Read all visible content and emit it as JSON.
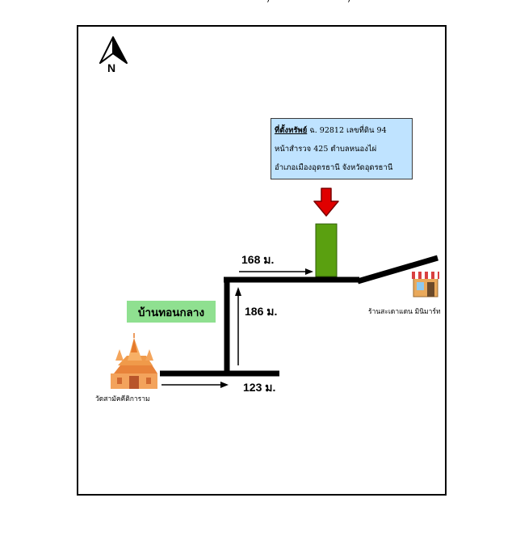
{
  "map": {
    "north_label": "N",
    "property_box": {
      "label": "ที่ตั้งทรัพย์",
      "line1_rest": " ฉ.  92812  เลขที่ดิน  94",
      "line2": "หน้าสำรวจ  425   ตำบลหนองไผ่",
      "line3": "อำเภอเมืองอุดรธานี  จังหวัดอุดรธานี"
    },
    "village_label": "บ้านทอนกลาง",
    "distances": {
      "top_segment": "168 ม.",
      "vertical_segment": "186 ม.",
      "bottom_segment": "123 ม."
    },
    "temple_label": "วัดสามัคคีติการาม",
    "shop_label": "ร้านสะเดาแดน มินิมาร์ท",
    "colors": {
      "info_box_bg": "#bfe3ff",
      "village_bg": "#8fe090",
      "property_marker": "#5aa010",
      "pointer_arrow": "#e00000",
      "road": "#000000"
    },
    "icons": [
      "north-arrow-icon",
      "red-down-arrow-icon",
      "temple-icon",
      "shop-icon"
    ]
  }
}
